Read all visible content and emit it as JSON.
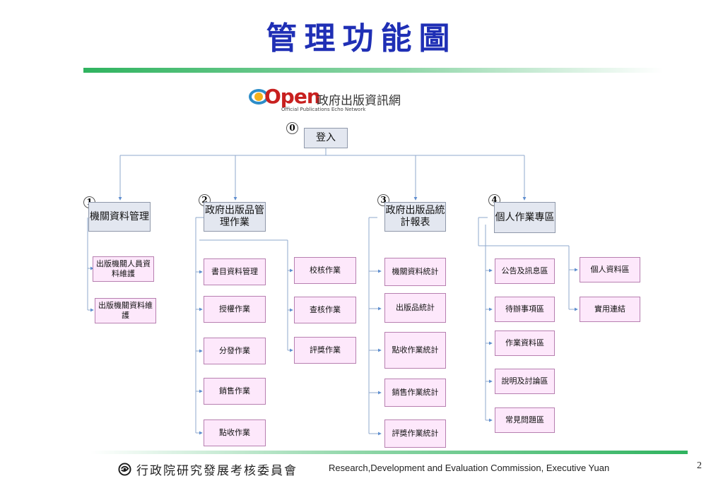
{
  "title": "管理功能圖",
  "logo": {
    "brand": "Open",
    "name_zh": "政府出版資訊網",
    "name_en": "Official Publications Echo Network"
  },
  "root": {
    "badge": "0",
    "label": "登入"
  },
  "branches": [
    {
      "badge": "1",
      "label": "機關資料管理",
      "children": [
        "出版機關人員資料維護",
        "出版機關資料維護"
      ]
    },
    {
      "badge": "2",
      "label": "政府出版品管理作業",
      "children": [
        "書目資料管理",
        "授權作業",
        "分發作業",
        "銷售作業",
        "點收作業",
        "校核作業",
        "查核作業",
        "評獎作業"
      ]
    },
    {
      "badge": "3",
      "label": "政府出版品統計報表",
      "children": [
        "機關資料統計",
        "出版品統計",
        "點收作業統計",
        "銷售作業統計",
        "評獎作業統計"
      ]
    },
    {
      "badge": "4",
      "label": "個人作業專區",
      "children": [
        "公告及訊息區",
        "待辦事項區",
        "作業資料區",
        "說明及討論區",
        "常見問題區",
        "個人資料區",
        "實用連結"
      ]
    }
  ],
  "footer": {
    "org_zh": "行政院研究發展考核委員會",
    "org_en": "Research,Development and Evaluation Commission, Executive Yuan",
    "page": "2"
  },
  "colors": {
    "title": "#1f2fb5",
    "gray_box": "#e3e7f0",
    "pink_box": "#fde8fb",
    "connector": "#5f8fd0",
    "bar": "#2fb35f"
  }
}
